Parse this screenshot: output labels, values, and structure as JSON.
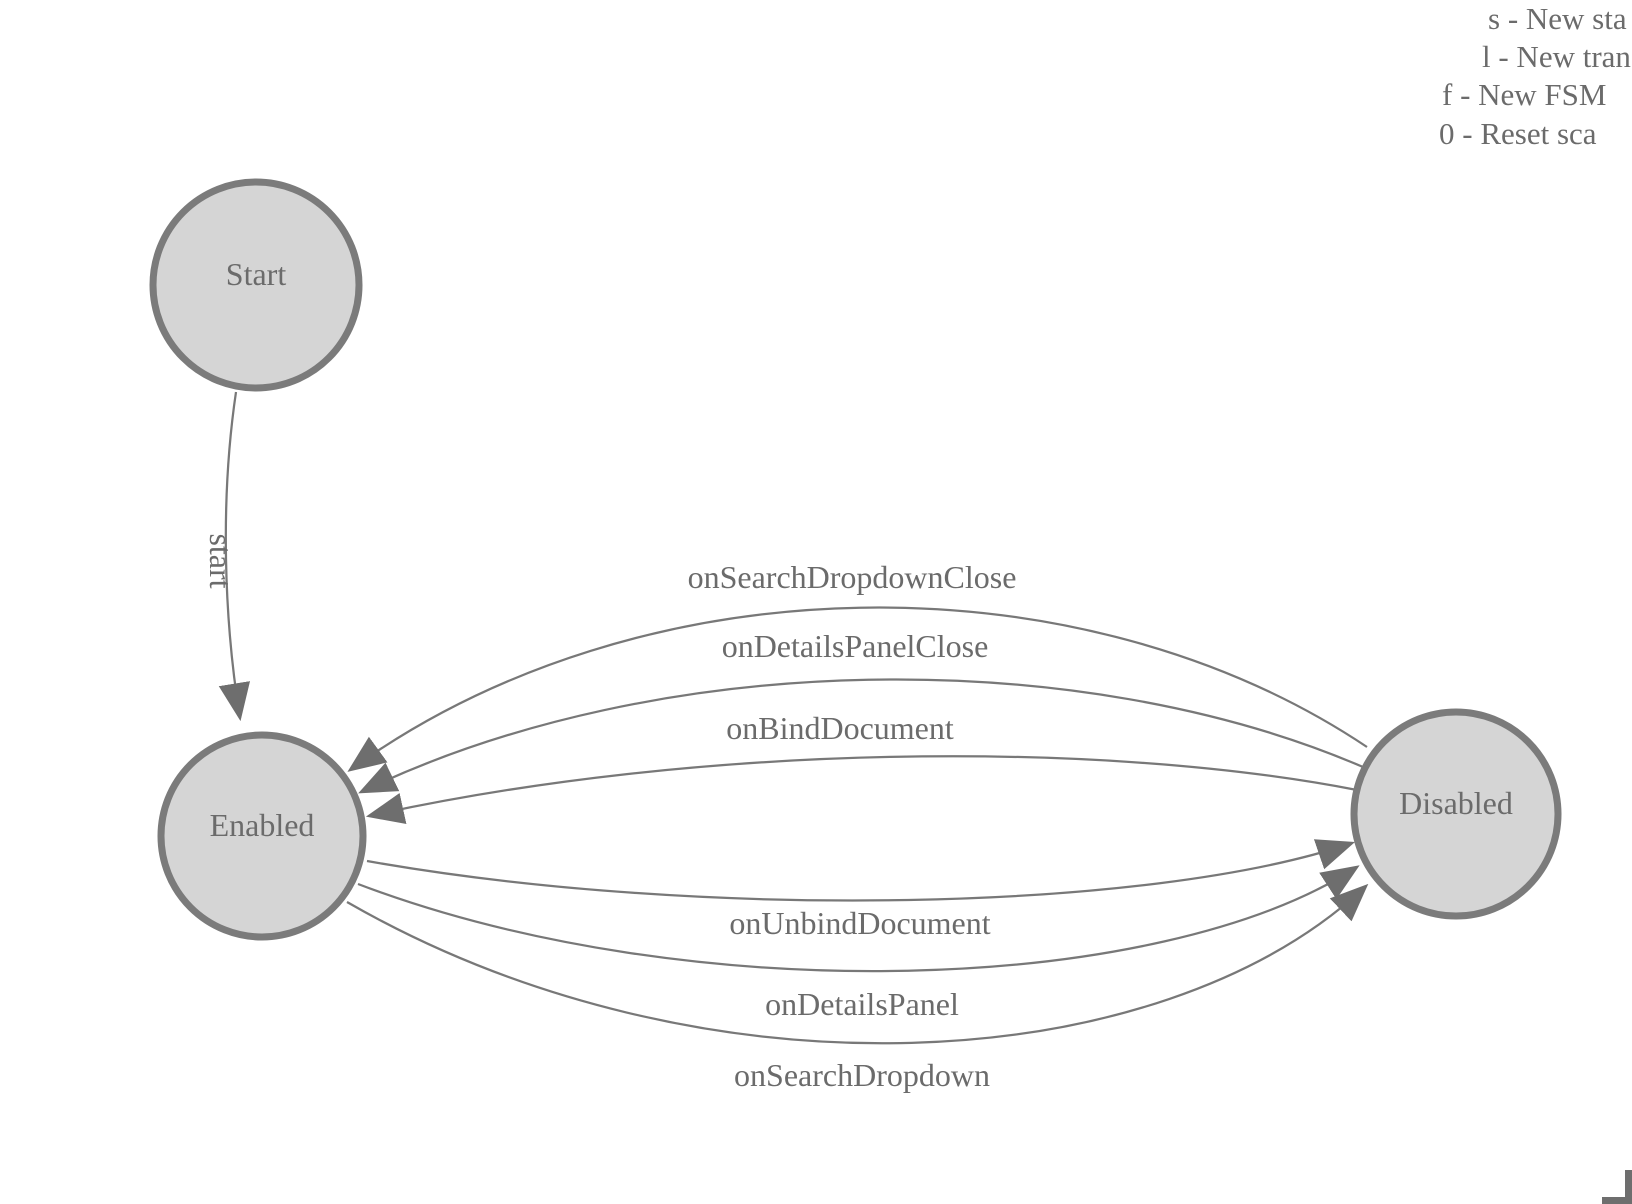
{
  "legend": {
    "lines": [
      {
        "label": "s - New sta"
      },
      {
        "label": "l - New tran"
      },
      {
        "label": "f - New FSM"
      },
      {
        "label": "0 - Reset sca"
      }
    ]
  },
  "diagram": {
    "states": [
      {
        "id": "start",
        "label": "Start"
      },
      {
        "id": "enabled",
        "label": "Enabled"
      },
      {
        "id": "disabled",
        "label": "Disabled"
      }
    ],
    "edges": [
      {
        "label": "start",
        "from": "Start",
        "to": "Enabled"
      },
      {
        "label": "onSearchDropdownClose",
        "from": "Disabled",
        "to": "Enabled"
      },
      {
        "label": "onDetailsPanelClose",
        "from": "Disabled",
        "to": "Enabled"
      },
      {
        "label": "onBindDocument",
        "from": "Disabled",
        "to": "Enabled"
      },
      {
        "label": "onUnbindDocument",
        "from": "Enabled",
        "to": "Disabled"
      },
      {
        "label": "onDetailsPanel",
        "from": "Enabled",
        "to": "Disabled"
      },
      {
        "label": "onSearchDropdown",
        "from": "Enabled",
        "to": "Disabled"
      }
    ]
  },
  "colors": {
    "state_fill": "#d5d5d5",
    "state_stroke": "#7b7b7b",
    "edge_stroke": "#787878",
    "arrow_fill": "#6e6e6e",
    "text": "#6b6b6b"
  }
}
